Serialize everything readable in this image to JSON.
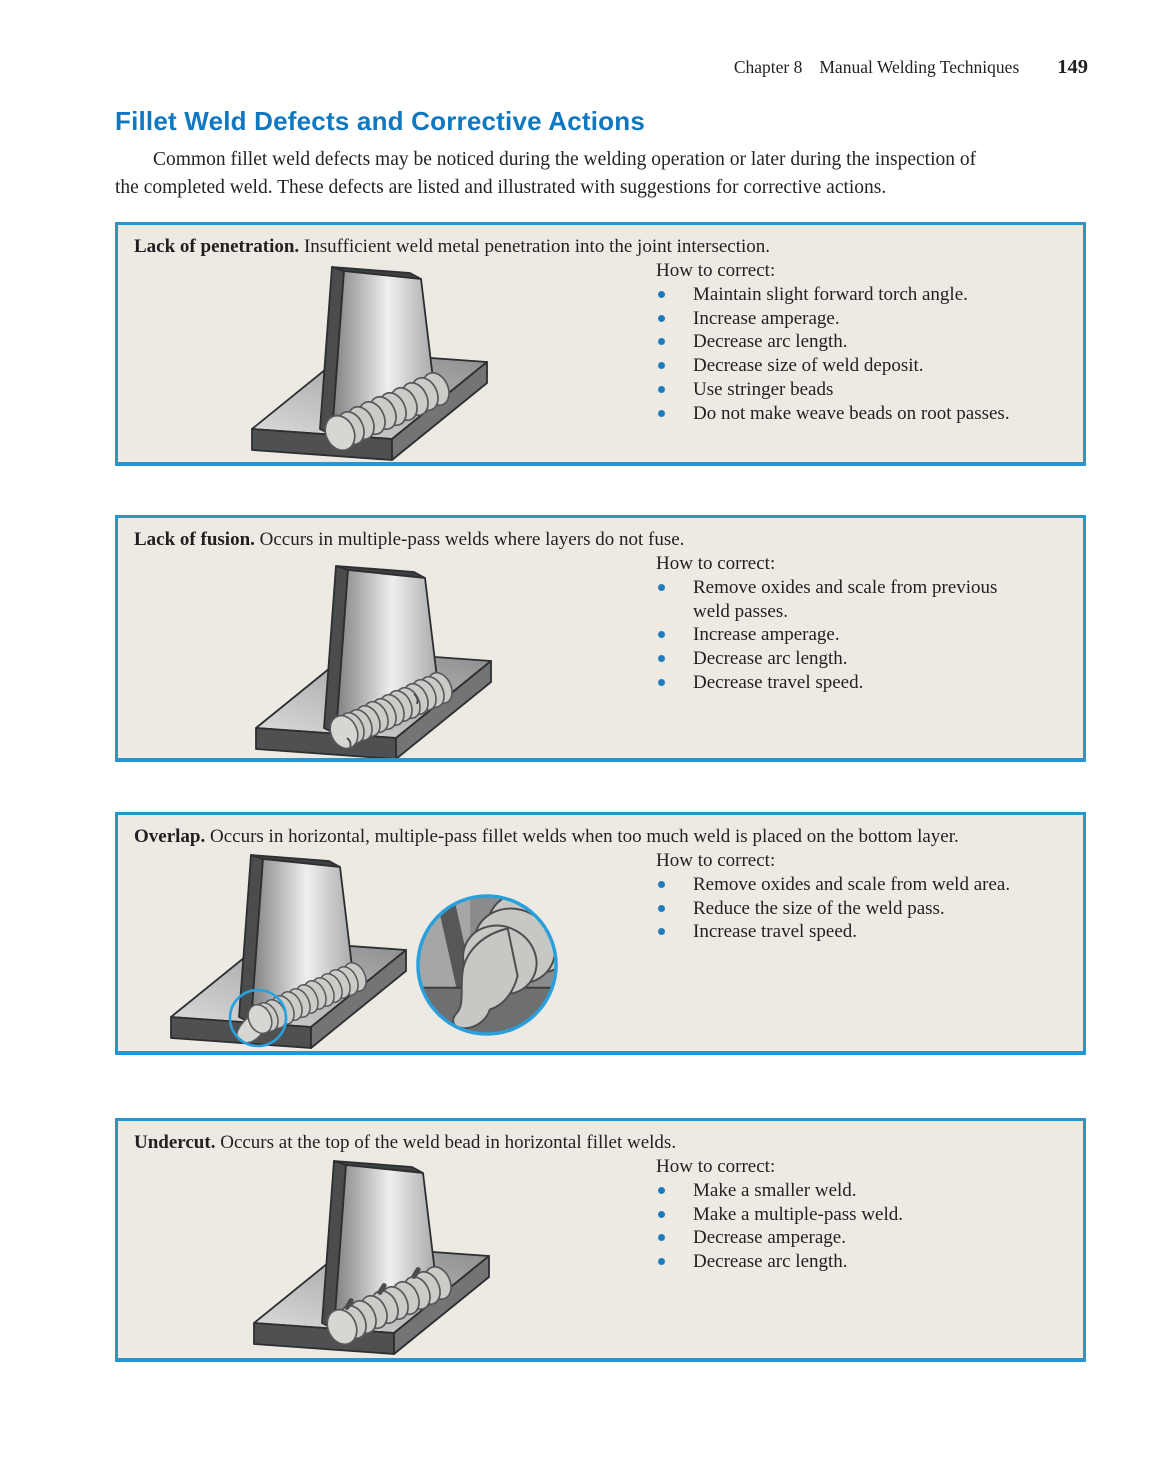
{
  "header": {
    "chapter": "Chapter 8",
    "section_title": "Manual Welding Techniques",
    "page_number": "149"
  },
  "title": "Fillet Weld Defects and Corrective Actions",
  "intro_lines": [
    "Common fillet weld defects may be noticed during the welding operation or later during the inspection of",
    "the completed weld. These defects are listed and illustrated with suggestions for corrective actions."
  ],
  "colors": {
    "heading_blue": "#0f78c0",
    "box_border_blue": "#2496d2",
    "bullet_blue": "#1c7cbc",
    "box_background": "#edeae4"
  },
  "boxes": [
    {
      "defect_name": "Lack of penetration.",
      "description": "Insufficient weld metal penetration into the joint intersection.",
      "how_to_correct_label": "How to correct:",
      "illustration": "t-joint-fillet-weld",
      "corrections": [
        "Maintain slight forward torch angle.",
        "Increase amperage.",
        "Decrease arc length.",
        "Decrease size of weld deposit.",
        "Use stringer beads",
        "Do not make weave beads on root passes."
      ]
    },
    {
      "defect_name": "Lack of fusion.",
      "description": "Occurs in multiple-pass welds where layers do not fuse.",
      "how_to_correct_label": "How to correct:",
      "illustration": "t-joint-fillet-weld",
      "corrections": [
        "Remove oxides and scale from previous weld passes.",
        "Increase amperage.",
        "Decrease arc length.",
        "Decrease travel speed."
      ]
    },
    {
      "defect_name": "Overlap.",
      "description": "Occurs in horizontal, multiple-pass fillet welds when too much weld is placed on the bottom layer.",
      "how_to_correct_label": "How to correct:",
      "illustration": "t-joint-fillet-weld-with-overlap-highlight-and-magnified-inset",
      "corrections": [
        "Remove oxides and scale from weld area.",
        "Reduce the size of the weld pass.",
        "Increase travel speed."
      ]
    },
    {
      "defect_name": "Undercut.",
      "description": "Occurs at the top of the weld bead in horizontal fillet welds.",
      "how_to_correct_label": "How to correct:",
      "illustration": "t-joint-fillet-weld-with-undercut-marks",
      "corrections": [
        "Make a smaller weld.",
        "Make a multiple-pass weld.",
        "Decrease amperage.",
        "Decrease arc length."
      ]
    }
  ]
}
